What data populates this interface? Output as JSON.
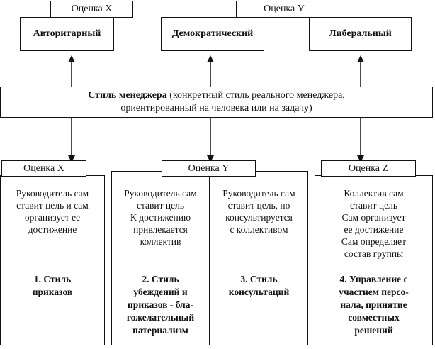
{
  "top": {
    "eval_x_label": "Оценка X",
    "eval_y_label": "Оценка Y",
    "style_authoritarian": "Авторитарный",
    "style_democratic": "Демократический",
    "style_liberal": "Либеральный"
  },
  "center": {
    "title_bold": "Стиль менеджера",
    "title_rest": " (конкретный стиль реального менеджера,",
    "line2": "ориентированный на человека или на задачу)"
  },
  "bottom": {
    "eval_x_label": "Оценка X",
    "eval_y_label": "Оценка Y",
    "eval_z_label": "Оценка Z",
    "col1_text": "Руководитель сам\nставит цель и сам\nорганизует ее\nдостижение",
    "col1_title": "1. Стиль\nприказов",
    "col2_text": "Руководитель сам\nставит цель\nК достижению\nпривлекается\nколлектив",
    "col2_title": "2. Стиль\nубеждений и\nприказов - бла-\nгожелательный\nпатернализм",
    "col3_text": "Руководитель сам\nставит цель, но\nконсультируется\nс коллективом",
    "col3_title": "3. Стиль\nконсультаций",
    "col4_text": "Коллектив сам\nставит цель\nСам организует\nее достижение\nСам определяет\nсостав группы",
    "col4_title": "4. Управление с\nучастием персо-\nнала, принятие\nсовместных\nрешений"
  }
}
